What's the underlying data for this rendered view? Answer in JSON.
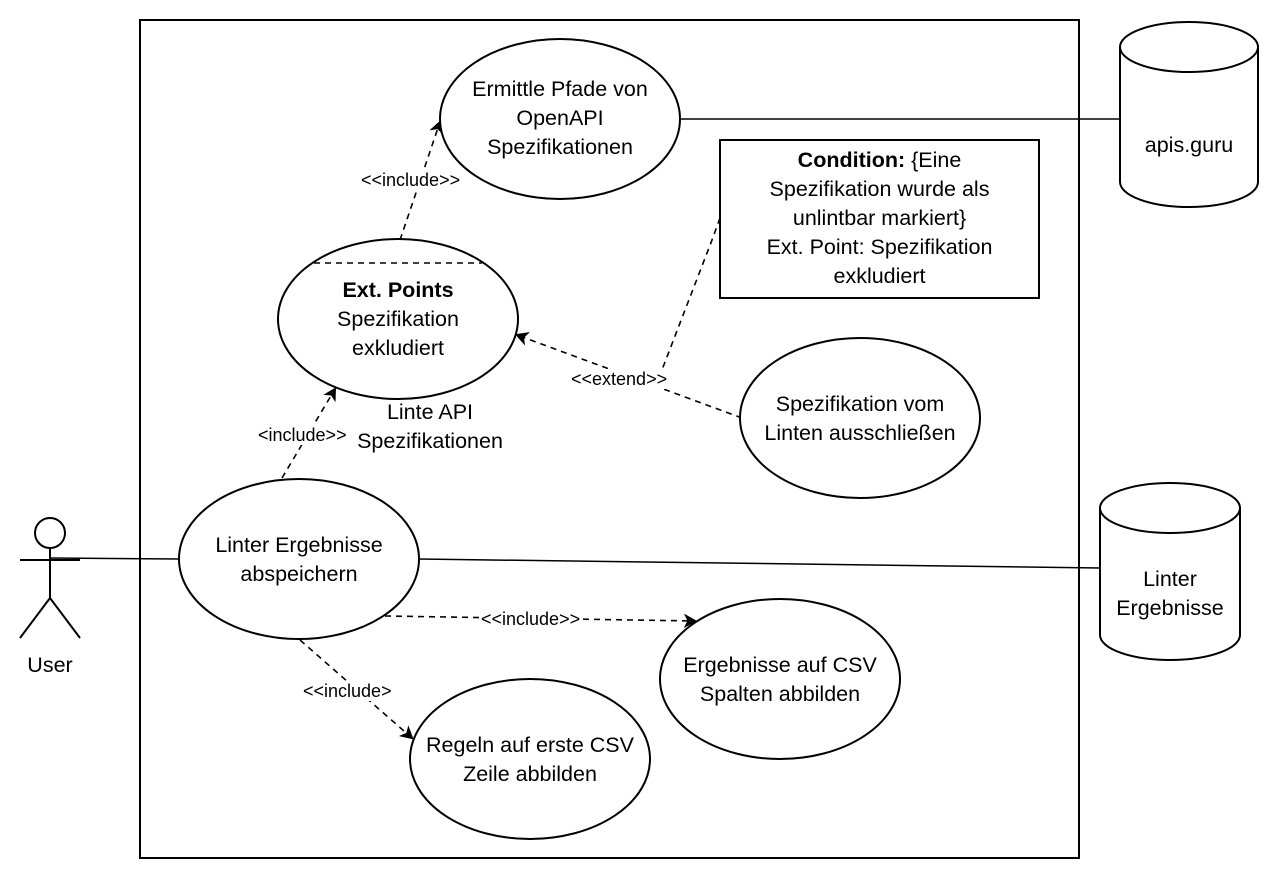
{
  "actor": {
    "name": "User"
  },
  "use_cases": {
    "ermittle": [
      "Ermittle Pfade von",
      "OpenAPI",
      "Spezifikationen"
    ],
    "linte": {
      "ext_points_title": "Ext. Points",
      "ext_point_lines": [
        "Spezifikation",
        "exkludiert"
      ],
      "name_lines": [
        "Linte API",
        "Spezifikationen"
      ]
    },
    "ausschliessen": [
      "Spezifikation vom",
      "Linten ausschließen"
    ],
    "speichern": [
      "Linter Ergebnisse",
      "abspeichern"
    ],
    "csv_spalten": [
      "Ergebnisse auf CSV",
      "Spalten abbilden"
    ],
    "csv_zeile": [
      "Regeln auf erste CSV",
      "Zeile abbilden"
    ]
  },
  "note": {
    "condition_label": "Condition:",
    "condition_text": " {Eine",
    "lines": [
      "Spezifikation wurde als",
      "unlintbar markiert}",
      "Ext. Point: Spezifikation",
      "exkludiert"
    ]
  },
  "datastores": {
    "apis_guru": [
      "apis.guru"
    ],
    "linter_ergebnisse": [
      "Linter",
      "Ergebnisse"
    ]
  },
  "relations": {
    "include_ermittle": "<<include>>",
    "include_linte": "<include>>",
    "extend": "<<extend>>",
    "include_spalten": "<<include>>",
    "include_zeile": "<<include>"
  }
}
